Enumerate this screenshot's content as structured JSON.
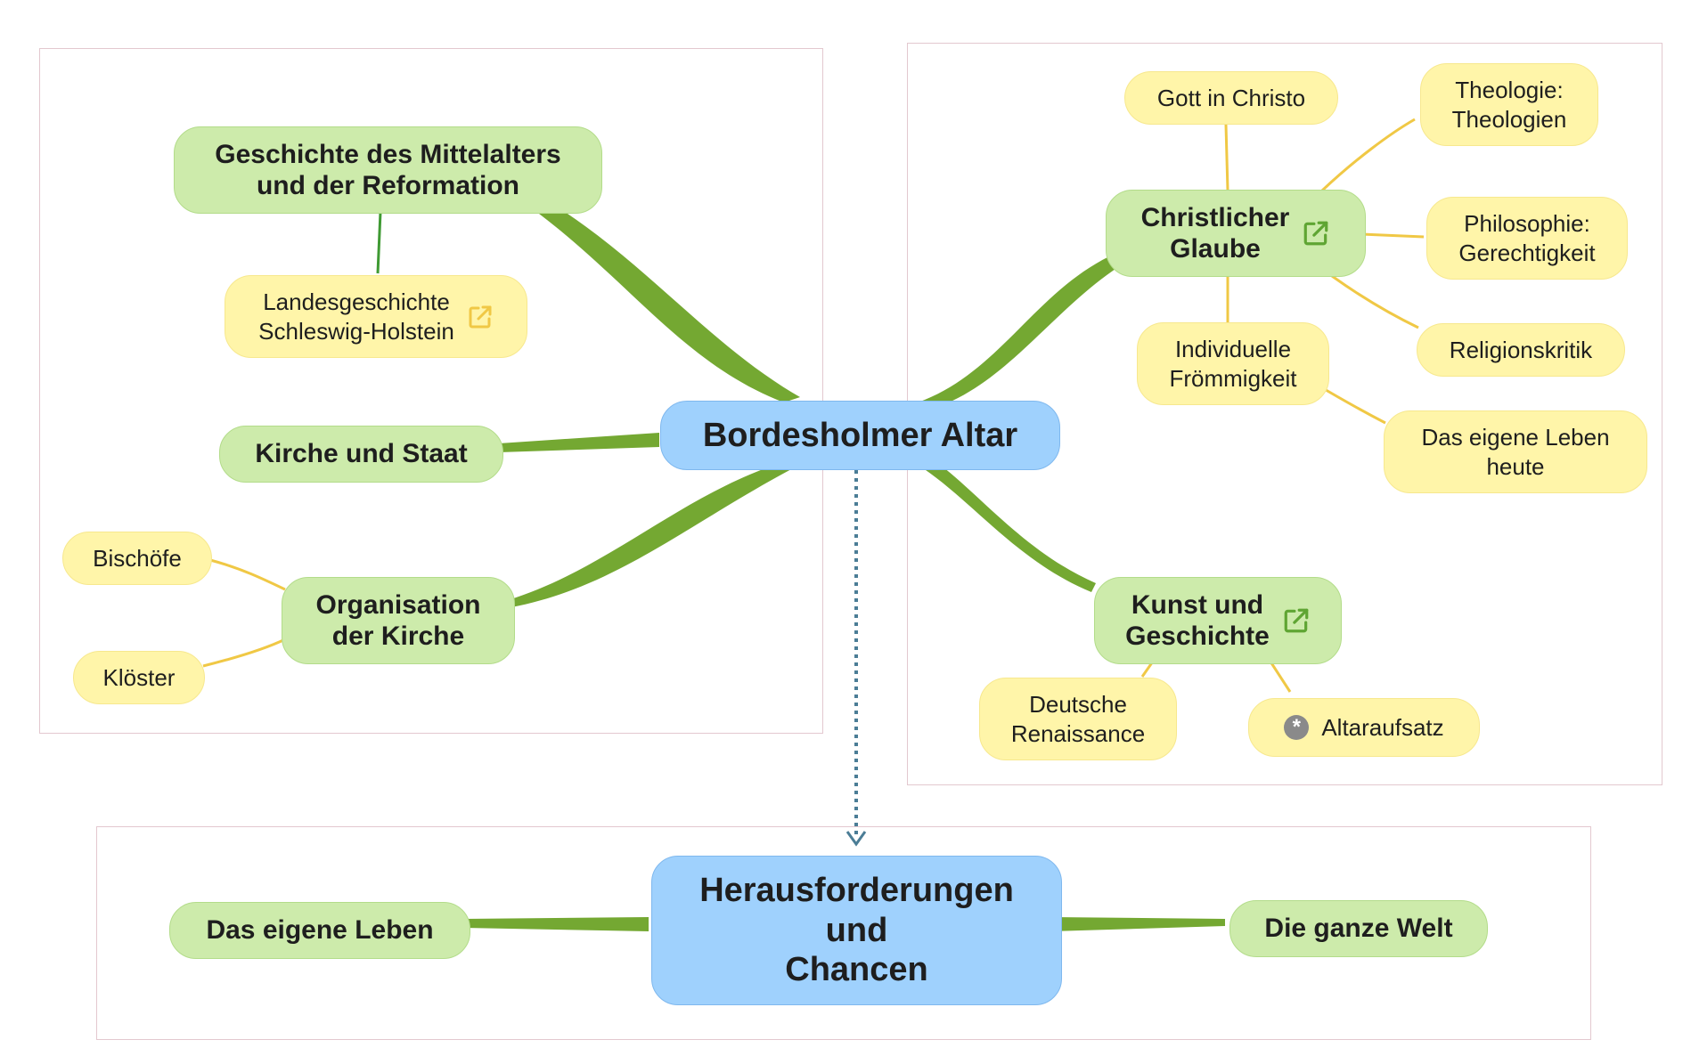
{
  "map": {
    "central_main": "Bordesholmer Altar",
    "central_bottom": "Herausforderungen\nund\nChancen",
    "topics": {
      "mittelalter": "Geschichte des Mittelalters\nund der Reformation",
      "landes": "Landesgeschichte\nSchleswig-Holstein",
      "kirche_staat": "Kirche und Staat",
      "organisation": "Organisation\nder Kirche",
      "bischoefe": "Bischöfe",
      "kloester": "Klöster",
      "glaube": "Christlicher\nGlaube",
      "gott": "Gott in Christo",
      "theologie": "Theologie:\nTheologien",
      "philosophie": "Philosophie:\nGerechtigkeit",
      "religionskritik": "Religionskritik",
      "froemmigkeit": "Individuelle\nFrömmigkeit",
      "leben_heute": "Das eigene Leben\nheute",
      "kunst": "Kunst und\nGeschichte",
      "renaissance": "Deutsche\nRenaissance",
      "altaraufsatz": "Altaraufsatz",
      "eigene_leben": "Das eigene Leben",
      "ganze_welt": "Die ganze Welt"
    }
  },
  "colors": {
    "central": "#9fd1fd",
    "main_topic": "#cdebab",
    "sub_topic": "#fff5a9",
    "branch_main": "#74a832",
    "branch_sub": "#f0c845",
    "relation": "#4b7d96",
    "frame": "#e3c8cf"
  },
  "icons": {
    "external_link": "external-link-icon",
    "marker": "asterisk-icon"
  }
}
